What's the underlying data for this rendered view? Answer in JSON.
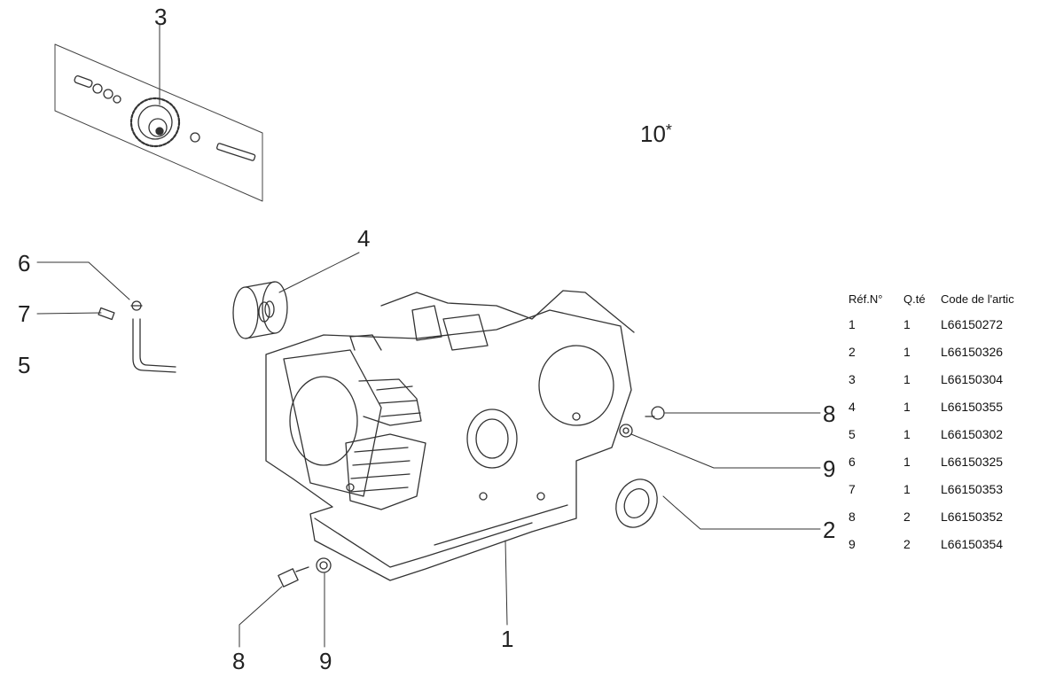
{
  "callouts": {
    "c1": "1",
    "c2": "2",
    "c3": "3",
    "c4": "4",
    "c5": "5",
    "c6": "6",
    "c7": "7",
    "c8a": "8",
    "c8b": "8",
    "c9a": "9",
    "c9b": "9",
    "c10": "10",
    "c10_mark": "*"
  },
  "parts_table": {
    "headers": {
      "ref": "Réf.N°",
      "qty": "Q.té",
      "code": "Code de l'artic"
    },
    "rows": [
      {
        "ref": "1",
        "qty": "1",
        "code": "L66150272"
      },
      {
        "ref": "2",
        "qty": "1",
        "code": "L66150326"
      },
      {
        "ref": "3",
        "qty": "1",
        "code": "L66150304"
      },
      {
        "ref": "4",
        "qty": "1",
        "code": "L66150355"
      },
      {
        "ref": "5",
        "qty": "1",
        "code": "L66150302"
      },
      {
        "ref": "6",
        "qty": "1",
        "code": "L66150325"
      },
      {
        "ref": "7",
        "qty": "1",
        "code": "L66150353"
      },
      {
        "ref": "8",
        "qty": "2",
        "code": "L66150352"
      },
      {
        "ref": "9",
        "qty": "2",
        "code": "L66150354"
      }
    ]
  }
}
